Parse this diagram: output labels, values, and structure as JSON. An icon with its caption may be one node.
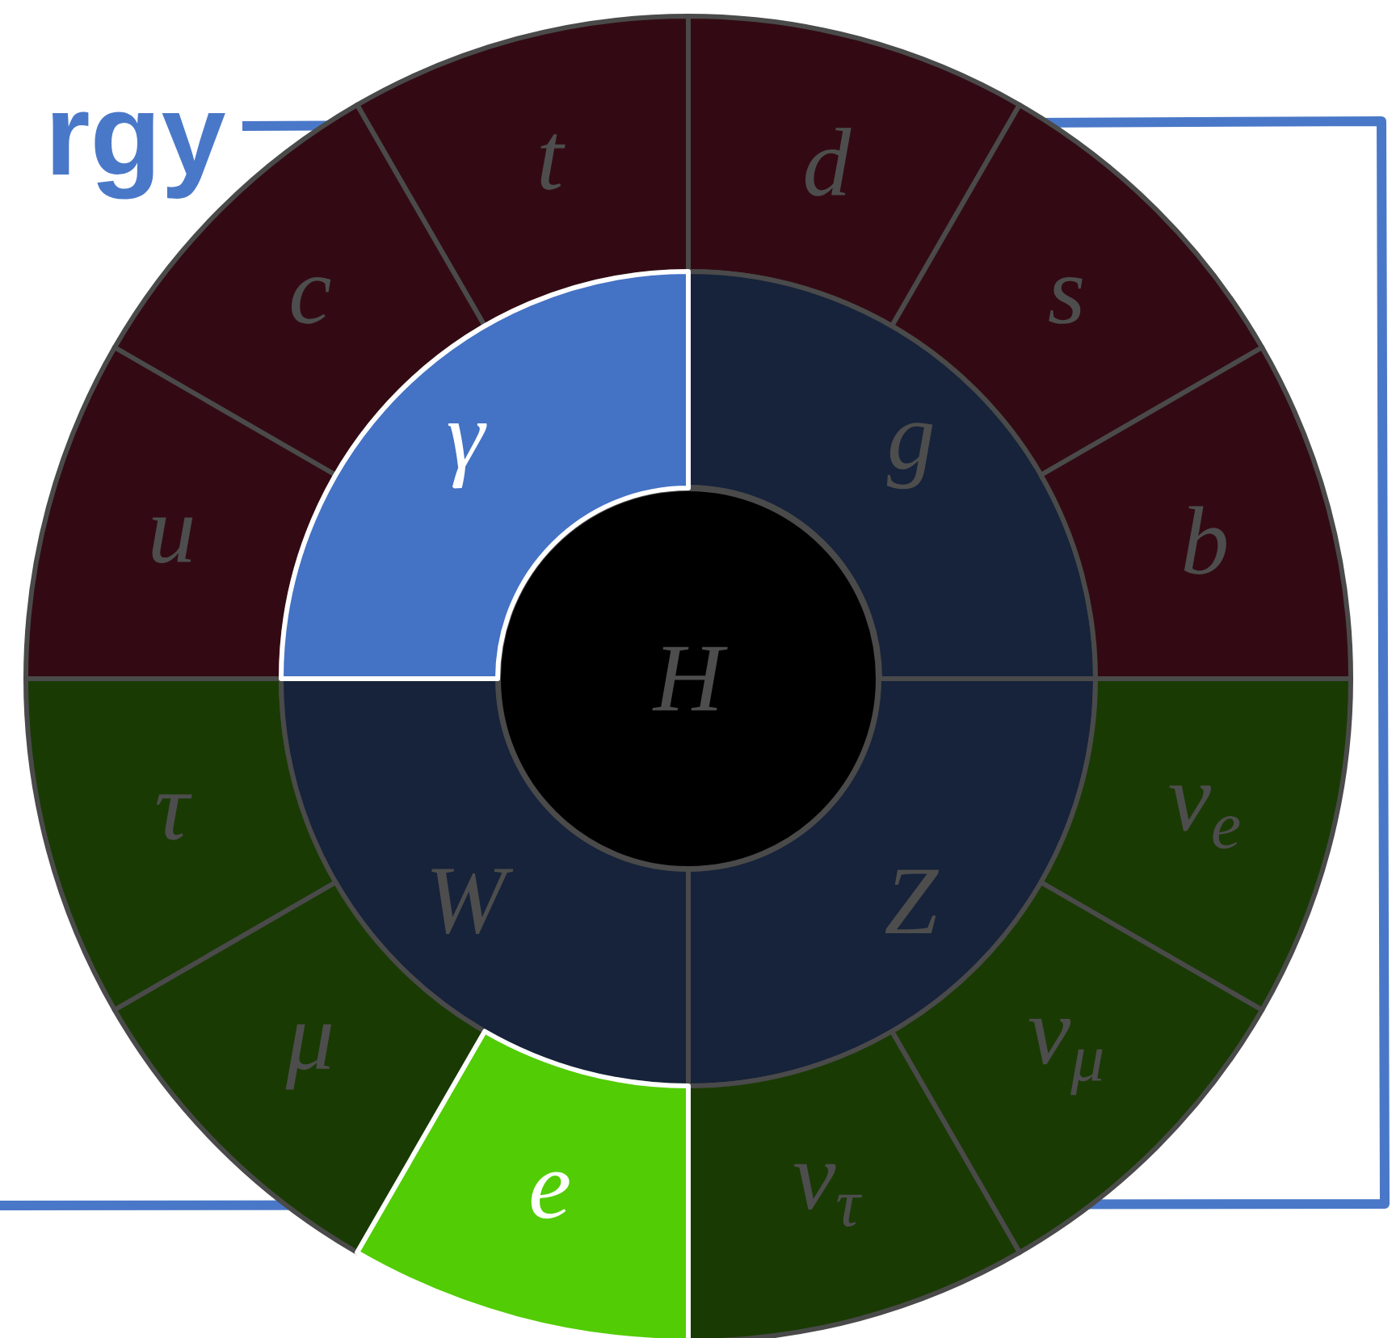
{
  "diagram": {
    "nodes": [
      {
        "text": [
          "t"
        ]
      },
      {
        "text": [
          "d"
        ]
      },
      {
        "text": [
          "c"
        ]
      },
      {
        "text": [
          "s"
        ]
      },
      {
        "text": [
          "γ"
        ]
      },
      {
        "text": [
          "g"
        ]
      },
      {
        "text": [
          "u"
        ]
      },
      {
        "text": [
          "b"
        ]
      },
      {
        "text": [
          "H"
        ]
      },
      {
        "text": [
          "τ"
        ]
      },
      {
        "text": [
          "W"
        ]
      },
      {
        "text": [
          "Z"
        ]
      },
      {
        "text": [
          "ν$_{e}$"
        ]
      },
      {
        "text": [
          "μ"
        ]
      },
      {
        "text": [
          "ν$_{μ}$"
        ]
      },
      {
        "text": [
          "e"
        ]
      },
      {
        "text": [
          "ν$_{τ}$"
        ]
      }
    ],
    "labels": [
      "rgy"
    ]
  }
}
